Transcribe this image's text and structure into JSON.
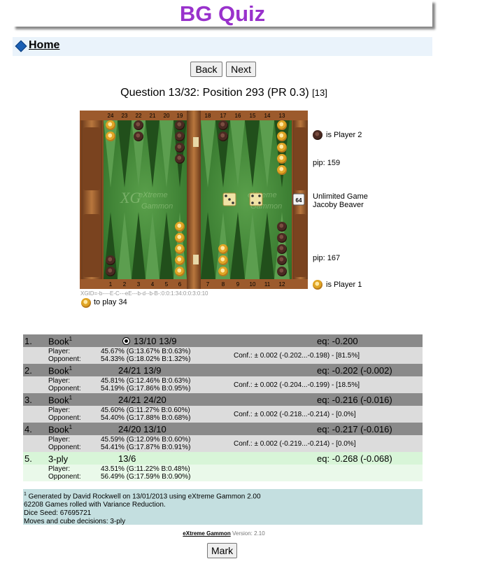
{
  "header": {
    "title": "BG Quiz"
  },
  "nav": {
    "home": "Home"
  },
  "buttons": {
    "back": "Back",
    "next": "Next",
    "mark": "Mark"
  },
  "question": {
    "text": "Question 13/32: Position 293 (PR 0.3)",
    "link": "[13]"
  },
  "board": {
    "top_points": [
      "24",
      "23",
      "22",
      "21",
      "20",
      "19",
      "18",
      "17",
      "16",
      "15",
      "14",
      "13"
    ],
    "bottom_points": [
      "1",
      "2",
      "3",
      "4",
      "5",
      "6",
      "7",
      "8",
      "9",
      "10",
      "11",
      "12"
    ],
    "player2_label": "is Player 2",
    "player1_label": "is Player 1",
    "pip_top": "pip: 159",
    "pip_bottom": "pip: 167",
    "game_type": "Unlimited Game",
    "rule": "Jacoby Beaver",
    "cube": "64",
    "logo_line1": "eXtreme",
    "logo_line2": "Gammon",
    "dice": [
      3,
      4
    ]
  },
  "xgid": "XGID=-b----E-C---eE---b-d--b-B-:0:0:1:34:0:0:3:0:10",
  "to_play": "to play 34",
  "moves": [
    {
      "rank": "1.",
      "source": "Book",
      "sup": "1",
      "move": "13/10 13/9",
      "eq": "eq: -0.200",
      "player": "45.67% (G:13.67% B:0.63%)",
      "opponent": "54.33% (G:18.02% B:1.32%)",
      "conf": "Conf.: ± 0.002 (-0.202...-0.198) - [81.5%]"
    },
    {
      "rank": "2.",
      "source": "Book",
      "sup": "1",
      "move": "24/21 13/9",
      "eq": "eq: -0.202 (-0.002)",
      "player": "45.81% (G:12.46% B:0.63%)",
      "opponent": "54.19% (G:17.86% B:0.95%)",
      "conf": "Conf.: ± 0.002 (-0.204...-0.199) - [18.5%]"
    },
    {
      "rank": "3.",
      "source": "Book",
      "sup": "1",
      "move": "24/21 24/20",
      "eq": "eq: -0.216 (-0.016)",
      "player": "45.60% (G:11.27% B:0.60%)",
      "opponent": "54.40% (G:17.88% B:0.68%)",
      "conf": "Conf.: ± 0.002 (-0.218...-0.214) - [0.0%]"
    },
    {
      "rank": "4.",
      "source": "Book",
      "sup": "1",
      "move": "24/20 13/10",
      "eq": "eq: -0.217 (-0.016)",
      "player": "45.59% (G:12.09% B:0.60%)",
      "opponent": "54.41% (G:17.87% B:0.91%)",
      "conf": "Conf.: ± 0.002 (-0.219...-0.214) - [0.0%]"
    },
    {
      "rank": "5.",
      "source": "3-ply",
      "sup": "",
      "move": "13/6",
      "eq": "eq: -0.268 (-0.068)",
      "player": "43.51% (G:11.22% B:0.48%)",
      "opponent": "56.49% (G:17.59% B:0.90%)",
      "conf": ""
    }
  ],
  "labels": {
    "player": "Player:",
    "opponent": "Opponent:"
  },
  "footer": {
    "sup": "1",
    "line1": " Generated by David Rockwell on 13/01/2013 using eXtreme Gammon 2.00",
    "line2": "62208 Games rolled with Variance Reduction.",
    "line3": "Dice Seed: 67695721",
    "line4": "Moves and cube decisions: 3-ply"
  },
  "credit": {
    "name": "eXtreme Gammon",
    "version": " Version: 2.10"
  }
}
